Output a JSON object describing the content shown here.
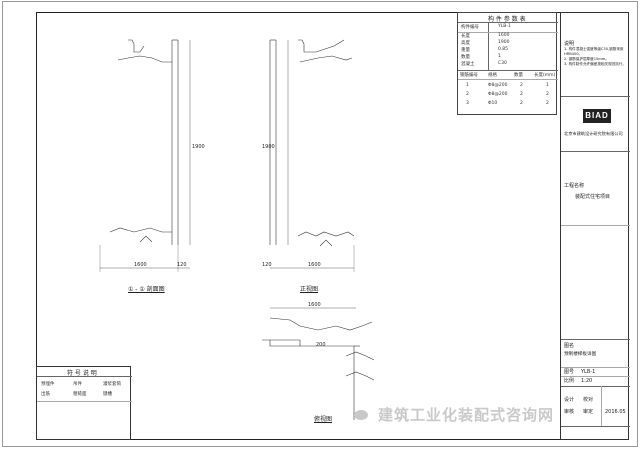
{
  "sheet": {
    "top_table": {
      "title": "构 件 参 数 表",
      "rows": [
        {
          "label": "构件编号",
          "value": "YLB-1"
        },
        {
          "label": "长度",
          "value": "1600"
        },
        {
          "label": "高度",
          "value": "1900"
        },
        {
          "label": "重量",
          "value": "0.85"
        },
        {
          "label": "数量",
          "value": "1"
        },
        {
          "label": "混凝土",
          "value": "C30"
        }
      ],
      "sub_headers": [
        "钢筋编号",
        "规格",
        "数量",
        "长度(mm)"
      ],
      "sub_rows": [
        [
          "1",
          "Φ8@200",
          "2",
          "1"
        ],
        [
          "2",
          "Φ8@200",
          "2",
          "2"
        ],
        [
          "3",
          "Φ10",
          "2",
          "2"
        ]
      ]
    },
    "notes_block": {
      "title": "说明",
      "lines": [
        "1. 构件混凝土强度等级C30,钢筋采用HRB400。",
        "2. 钢筋保护层厚度15mm。",
        "3. 构件制作允许偏差按相关规范执行。"
      ]
    },
    "legend_table": {
      "title": "符 号 说 明",
      "items": [
        "预埋件",
        "吊件",
        "灌浆套筒",
        "出筋",
        "粗糙面",
        "键槽"
      ]
    },
    "views": {
      "view1": {
        "title": "① - ① 剖面图",
        "dims": [
          "1600",
          "1900",
          "120"
        ]
      },
      "view2": {
        "title": "正视图",
        "dims": [
          "1600",
          "1900",
          "120"
        ]
      },
      "view3": {
        "title": "俯视图",
        "dims": [
          "1600",
          "200"
        ]
      }
    },
    "title_block": {
      "logo": "BIAD",
      "company": "北京市建筑设计研究院有限公司",
      "project_label": "工程名称",
      "project_name": "装配式住宅项目",
      "drawing_label": "图名",
      "drawing_name": "预制楼梯板详图",
      "sign_rows": [
        "设计",
        "校对",
        "审核",
        "审定"
      ],
      "drawing_no_label": "图号",
      "drawing_no": "YLB-1",
      "scale_label": "比例",
      "scale": "1:20",
      "date": "2016.05"
    },
    "watermark": "建筑工业化装配式咨询网"
  }
}
